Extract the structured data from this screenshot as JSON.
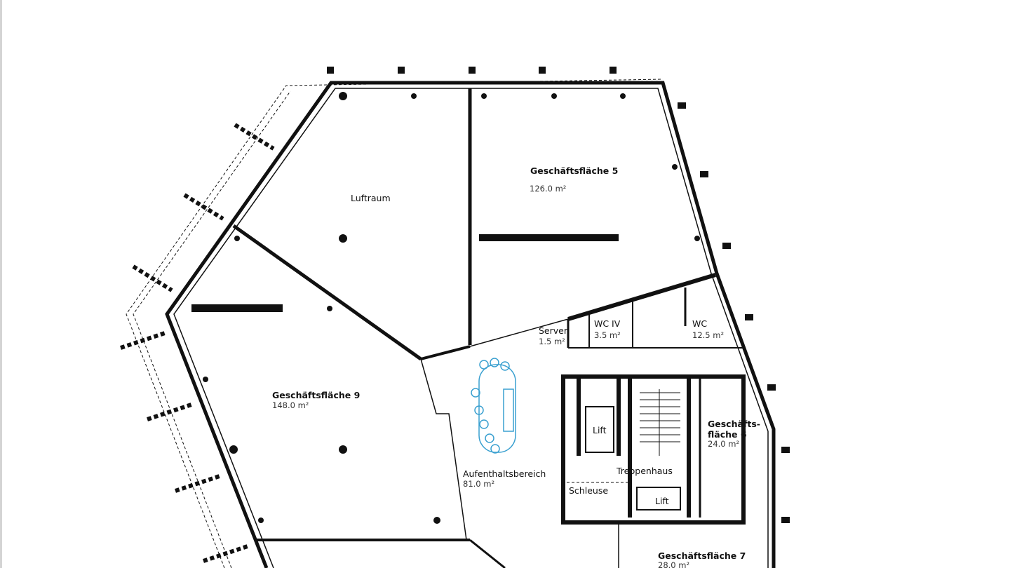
{
  "plan": {
    "colors": {
      "walls": "#111111",
      "furniture": "#3aa0d0",
      "background": "#ffffff"
    },
    "rooms": [
      {
        "name": "Luftraum",
        "area": ""
      },
      {
        "name": "Geschäftsfläche 5",
        "area": "126.0 m²"
      },
      {
        "name": "Geschäftsfläche 9",
        "area": "148.0 m²"
      },
      {
        "name": "Aufenthaltsbereich",
        "area": "81.0 m²"
      },
      {
        "name": "Server",
        "area": "1.5 m²"
      },
      {
        "name": "WC IV",
        "area": "3.5 m²"
      },
      {
        "name": "WC",
        "area": "12.5 m²"
      },
      {
        "name": "Geschäfts-",
        "name2": "fläche 6",
        "area": "24.0 m²"
      },
      {
        "name": "Lift",
        "area": ""
      },
      {
        "name": "Treppenhaus",
        "area": ""
      },
      {
        "name": "Schleuse",
        "area": ""
      },
      {
        "name": "Lift",
        "area": ""
      },
      {
        "name": "Geschäftsfläche 7",
        "area": "28.0 m²"
      }
    ]
  }
}
